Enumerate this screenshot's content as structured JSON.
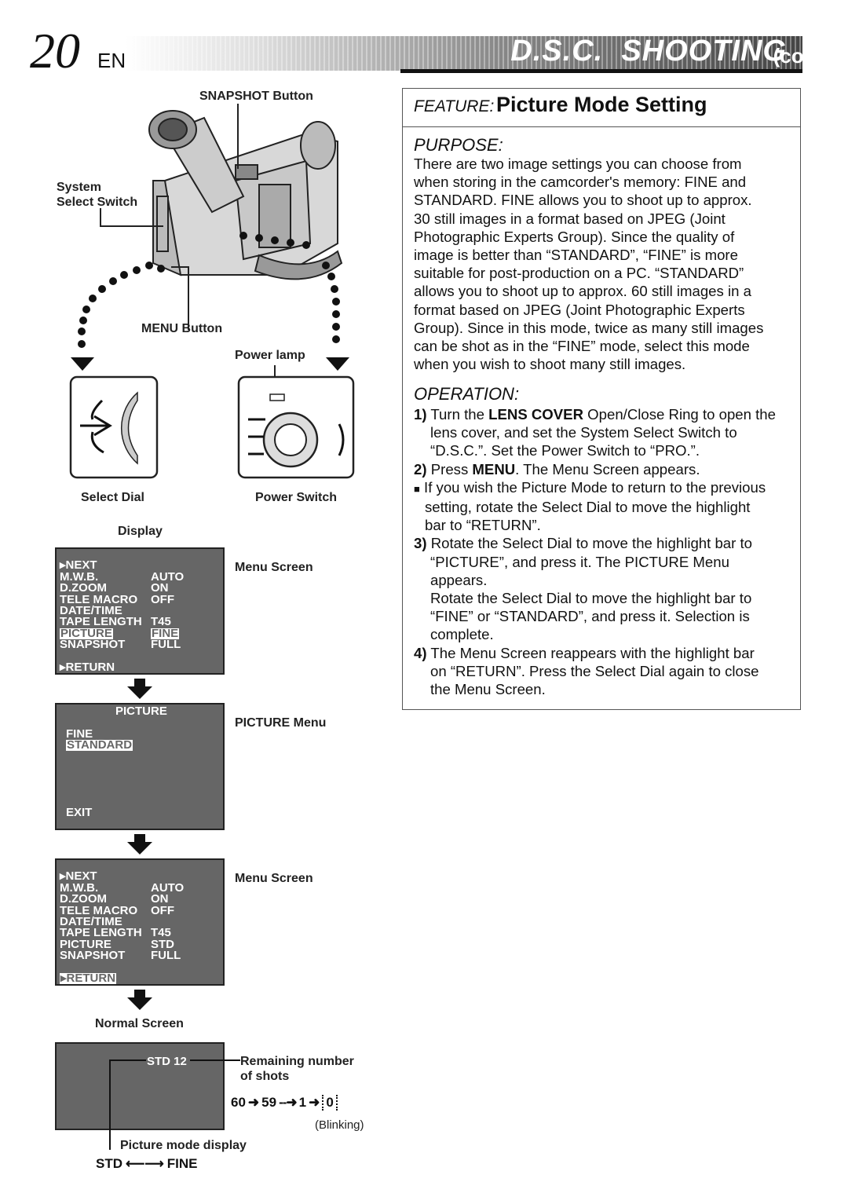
{
  "header": {
    "page_number": "20",
    "lang": "EN",
    "title": "D.S.C.  SHOOTING",
    "title_suffix": "(cont.)"
  },
  "feature": {
    "label": "FEATURE:",
    "title": "Picture Mode Setting"
  },
  "purpose": {
    "heading": "PURPOSE:",
    "lines": [
      "There are two image settings you can choose from",
      "when storing in the camcorder's memory: FINE and",
      "STANDARD. FINE allows you to shoot up to approx.",
      "30 still images in a format based on JPEG (Joint",
      "Photographic Experts Group). Since the quality of",
      "image is better than “STANDARD”, “FINE” is more",
      "suitable for post-production on a PC. “STANDARD”",
      "allows you to shoot up to approx. 60 still images in a",
      "format based on JPEG (Joint Photographic Experts",
      "Group). Since in this mode, twice as many still images",
      "can be shot as in the “FINE” mode, select this mode",
      "when you wish to shoot many still images."
    ]
  },
  "operation": {
    "heading": "OPERATION:",
    "step1_num": "1)",
    "step1_a": "Turn the ",
    "step1_b": "LENS COVER",
    "step1_c": " Open/Close Ring to open the",
    "step1_l2": "lens cover, and set the System Select Switch to",
    "step1_l3": "“D.S.C.”. Set the Power Switch to “PRO.”.",
    "step2_num": "2)",
    "step2_a": "Press ",
    "step2_b": "MENU",
    "step2_c": ". The Menu Screen appears.",
    "note_bullet": "■",
    "note_l1": "If you wish the Picture Mode to return to the previous",
    "note_l2": "setting, rotate the Select Dial to move the highlight",
    "note_l3": "bar to “RETURN”.",
    "step3_num": "3)",
    "step3_l1": "Rotate the Select Dial to move the highlight bar to",
    "step3_l2": "“PICTURE”, and press it. The PICTURE Menu",
    "step3_l3": "appears.",
    "step3_l4": "Rotate the Select Dial to move the highlight bar to",
    "step3_l5": "“FINE” or “STANDARD”, and press it. Selection is",
    "step3_l6": "complete.",
    "step4_num": "4)",
    "step4_l1": "The Menu Screen reappears with the highlight bar",
    "step4_l2": "on “RETURN”. Press the Select Dial again to close",
    "step4_l3": "the Menu Screen."
  },
  "figure": {
    "snapshot_button": "SNAPSHOT Button",
    "system_select_l1": "System",
    "system_select_l2": "Select Switch",
    "menu_button": "MENU Button",
    "power_lamp": "Power lamp",
    "select_dial": "Select Dial",
    "power_switch": "Power Switch",
    "display": "Display",
    "menu_screen": "Menu Screen",
    "picture_menu": "PICTURE Menu",
    "menu_screen_2": "Menu Screen",
    "normal_screen": "Normal Screen",
    "remaining_l1": "Remaining number",
    "remaining_l2": "of shots",
    "countdown": {
      "a": "60",
      "b": "59",
      "c": "1",
      "d": "0"
    },
    "blinking": "(Blinking)",
    "picture_mode_display": "Picture mode display",
    "std": "STD",
    "fine": "FINE"
  },
  "menu1": {
    "next": "NEXT",
    "rows": [
      {
        "k": "M.W.B.",
        "v": "AUTO"
      },
      {
        "k": "D.ZOOM",
        "v": "ON"
      },
      {
        "k": "TELE MACRO",
        "v": "OFF"
      },
      {
        "k": "DATE/TIME",
        "v": ""
      },
      {
        "k": "TAPE LENGTH",
        "v": "T45"
      },
      {
        "k": "PICTURE",
        "v": "FINE"
      },
      {
        "k": "SNAPSHOT",
        "v": "FULL"
      }
    ],
    "ret": "RETURN"
  },
  "picture_menu_screen": {
    "title": "PICTURE",
    "opt1": "FINE",
    "opt2": "STANDARD",
    "exit": "EXIT"
  },
  "menu2": {
    "next": "NEXT",
    "rows": [
      {
        "k": "M.W.B.",
        "v": "AUTO"
      },
      {
        "k": "D.ZOOM",
        "v": "ON"
      },
      {
        "k": "TELE MACRO",
        "v": "OFF"
      },
      {
        "k": "DATE/TIME",
        "v": ""
      },
      {
        "k": "TAPE LENGTH",
        "v": "T45"
      },
      {
        "k": "PICTURE",
        "v": "STD"
      },
      {
        "k": "SNAPSHOT",
        "v": "FULL"
      }
    ],
    "ret": "RETURN"
  },
  "normal_screen": {
    "readout": "STD 12"
  }
}
